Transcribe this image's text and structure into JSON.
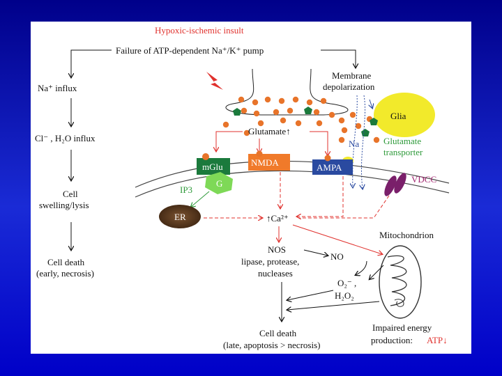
{
  "header": {
    "insult": "Hypoxic-ischemic insult",
    "pump_failure": "Failure of ATP-dependent Na⁺/K⁺ pump"
  },
  "left_column": {
    "na_influx": "Na⁺ influx",
    "cl_influx": "Cl⁻ , H₂O influx",
    "swelling_line1": "Cell",
    "swelling_line2": "swelling/lysis",
    "death_line1": "Cell death",
    "death_line2": "(early, necrosis)"
  },
  "membrane": {
    "depolarization_line1": "Membrane",
    "depolarization_line2": "depolarization"
  },
  "glia": {
    "label": "Glia",
    "transporter_line1": "Glutamate",
    "transporter_line2": "transporter",
    "na": "Na"
  },
  "receptors": {
    "glutamate": "Glutamate↑",
    "mglu": "mGlu",
    "nmda": "NMDA",
    "ampa": "AMPA",
    "g": "G",
    "ip3": "IP3",
    "er": "ER",
    "vdcc": "VDCC"
  },
  "calcium": {
    "ca": "↑Ca²⁺"
  },
  "enzymes": {
    "nos": "NOS",
    "line2": "lipase, protease,",
    "line3": "nucleases",
    "no": "NO",
    "o2": "O₂⁻ ,",
    "h2o2": "H₂O₂"
  },
  "mitochondrion": {
    "label": "Mitochondrion",
    "impaired_line1": "Impaired energy",
    "impaired_line2": "production:",
    "atp": "ATP↓"
  },
  "late_death": {
    "line1": "Cell death",
    "line2": "(late, apoptosis > necrosis)"
  },
  "colors": {
    "red": "#e0312d",
    "orange_box": "#f07a2a",
    "green_box": "#1b7a3c",
    "blue_box": "#2a4aa0",
    "glia_yellow": "#f2ea2b",
    "vdcc_purple": "#7a1f6a",
    "er_brown": "#5a3a1e"
  }
}
